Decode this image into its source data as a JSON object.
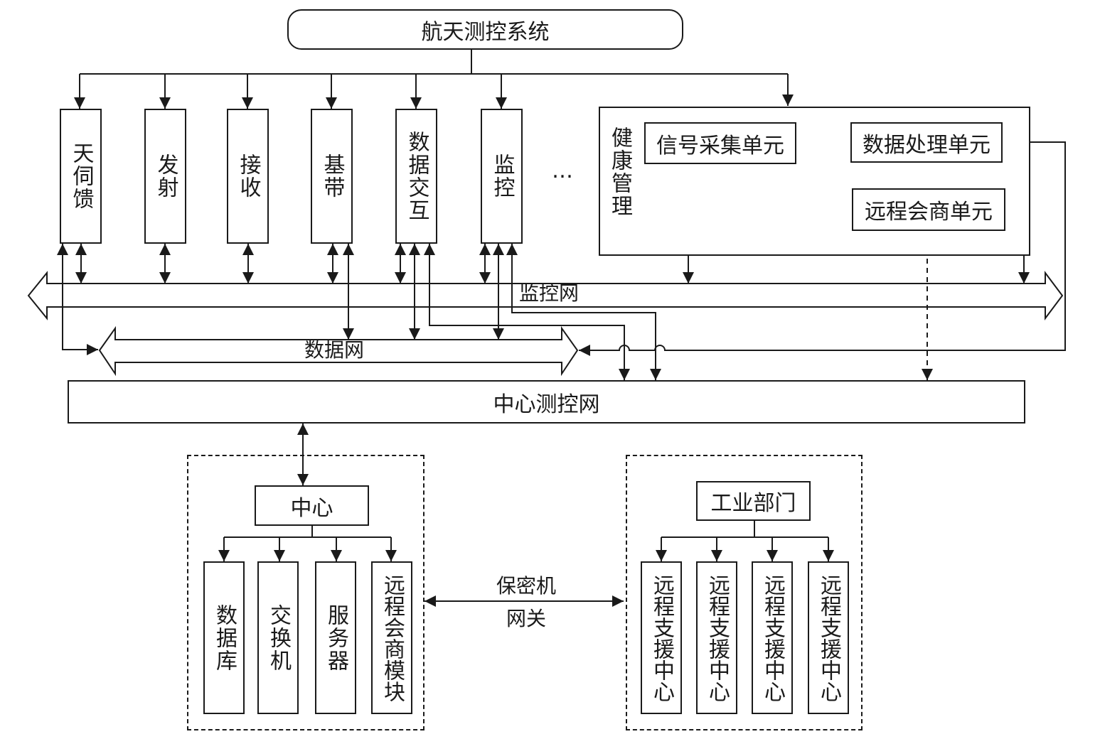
{
  "diagram": {
    "root": "航天测控系统",
    "subsystems": [
      "天伺馈",
      "发射",
      "接收",
      "基带",
      "数据交互",
      "监控"
    ],
    "ellipsis": "…",
    "health": {
      "title": "健康管理",
      "signal_unit": "信号采集单元",
      "data_unit": "数据处理单元",
      "remote_unit": "远程会商单元"
    },
    "networks": {
      "monitor": "监控网",
      "data": "数据网",
      "center_net": "中心测控网"
    },
    "center": {
      "title": "中心",
      "items": [
        "数据库",
        "交换机",
        "服务器",
        "远程会商模块"
      ]
    },
    "gateway": {
      "line1": "保密机",
      "line2": "网关"
    },
    "industry": {
      "title": "工业部门",
      "items": [
        "远程支援中心",
        "远程支援中心",
        "远程支援中心",
        "远程支援中心"
      ]
    }
  }
}
